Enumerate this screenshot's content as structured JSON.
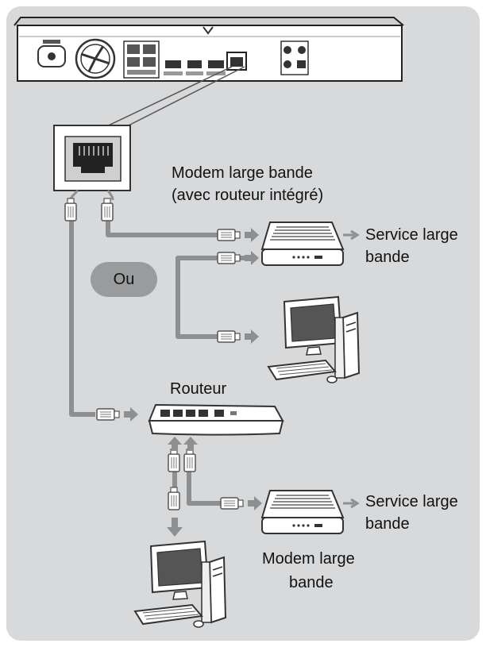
{
  "labels": {
    "modem_with_router_line1": "Modem large bande",
    "modem_with_router_line2": "(avec routeur intégré)",
    "service_top_line1": "Service large",
    "service_top_line2": "bande",
    "ou": "Ou",
    "router": "Routeur",
    "service_bottom_line1": "Service large",
    "service_bottom_line2": "bande",
    "modem_line1": "Modem large",
    "modem_line2": "bande"
  },
  "colors": {
    "panel_bg": "#d8d9db",
    "cable": "#8e8f91",
    "arrow": "#8e8f91",
    "device_fill": "#ffffff",
    "device_stroke": "#333333",
    "badge": "#9a9b9d"
  },
  "icons": [
    "lan-port-icon",
    "ethernet-plug-icon",
    "modem-icon",
    "computer-icon",
    "router-icon",
    "arrow-icon"
  ]
}
